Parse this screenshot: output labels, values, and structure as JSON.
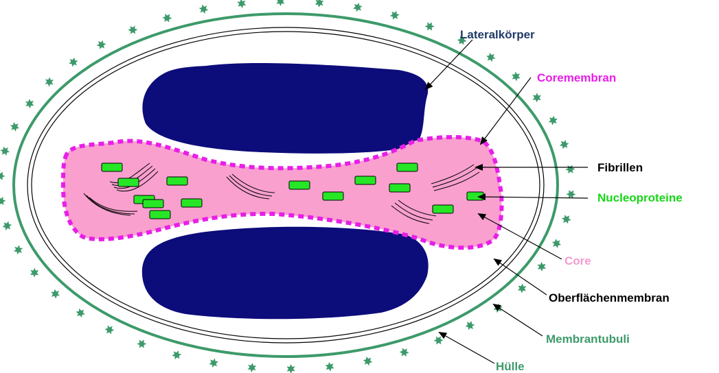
{
  "labels": {
    "lateralkoerper": "Lateralkörper",
    "coremembran": "Coremembran",
    "fibrillen": "Fibrillen",
    "nucleoproteine": "Nucleoproteine",
    "core": "Core",
    "oberflaechenmembran": "Oberflächenmembran",
    "membrantubuli": "Membrantubuli",
    "huelle": "Hülle"
  },
  "colors": {
    "lateralkoerper_label": "#1f3a68",
    "coremembran_label": "#e81ee8",
    "fibrillen_label": "#000000",
    "nucleoproteine_label": "#16d616",
    "core_label": "#f59ad0",
    "oberflaechenmembran_label": "#000000",
    "membrantubuli_label": "#3d9a6a",
    "huelle_label": "#3d9a6a",
    "lateral_body_fill": "#0c0c7a",
    "core_fill": "#f9a0cf",
    "core_membrane": "#e81ee8",
    "nucleoprotein_fill": "#26e626",
    "envelope": "#3d9a6a"
  }
}
